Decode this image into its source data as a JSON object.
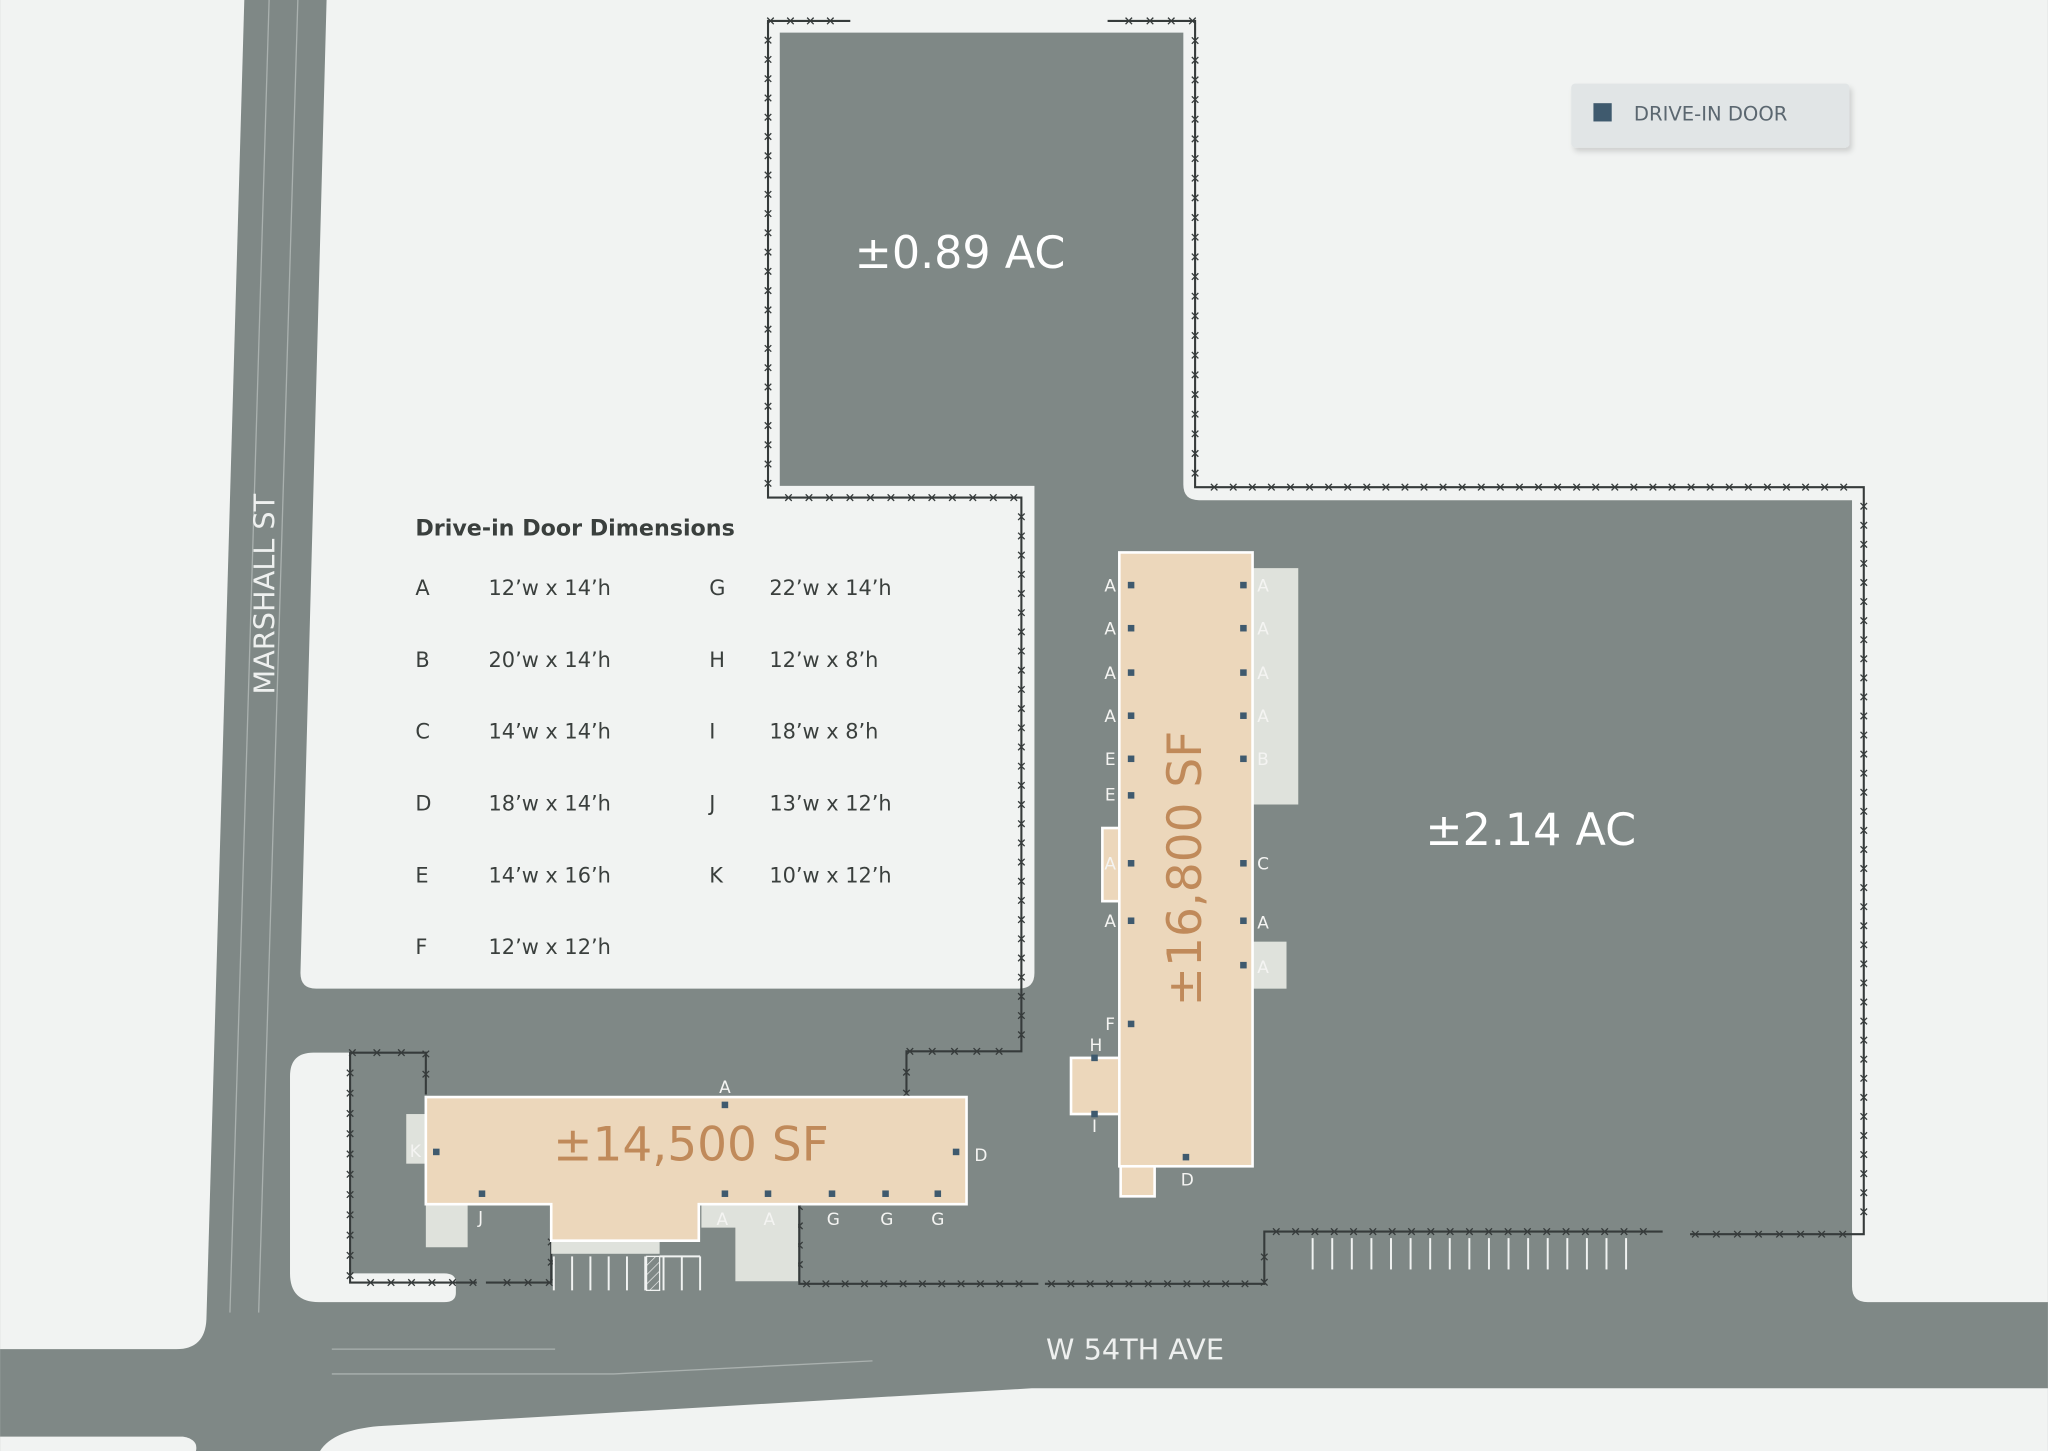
{
  "colors": {
    "background": "#f1f3f2",
    "pavement": "#7f8886",
    "building": "#ecd7bb",
    "building_text": "#c08a5a",
    "door": "#3f5a6e",
    "pad": "#dfe2dc",
    "fence": "#363b3b"
  },
  "legend": {
    "door_icon": "square",
    "label": "DRIVE-IN DOOR"
  },
  "streets": {
    "vertical": "MARSHALL ST",
    "horizontal": "W 54TH AVE"
  },
  "parcels": {
    "north": "±0.89 AC",
    "east": "±2.14 AC"
  },
  "buildings": {
    "east": {
      "area": "±16,800 SF",
      "left_doors": [
        "A",
        "A",
        "A",
        "A",
        "E",
        "E",
        "A",
        "A",
        "F"
      ],
      "right_doors": [
        "A",
        "A",
        "A",
        "A",
        "B",
        "C",
        "A",
        "A"
      ],
      "other_doors": [
        "H",
        "I",
        "D"
      ]
    },
    "west": {
      "area": "±14,500 SF",
      "top_doors": [
        "A"
      ],
      "side_doors": [
        "K",
        "D"
      ],
      "bottom_doors": [
        "J",
        "A",
        "A",
        "G",
        "G",
        "G"
      ]
    }
  },
  "dimensions": {
    "title": "Drive-in Door Dimensions",
    "rows": [
      {
        "door": "A",
        "size": "12’w x 14’h"
      },
      {
        "door": "B",
        "size": "20’w x 14’h"
      },
      {
        "door": "C",
        "size": "14’w x 14’h"
      },
      {
        "door": "D",
        "size": "18’w x 14’h"
      },
      {
        "door": "E",
        "size": "14’w x 16’h"
      },
      {
        "door": "F",
        "size": "12’w x 12’h"
      },
      {
        "door": "G",
        "size": "22’w x 14’h"
      },
      {
        "door": "H",
        "size": "12’w x 8’h"
      },
      {
        "door": "I",
        "size": "18’w x 8’h"
      },
      {
        "door": "J",
        "size": "13’w x 12’h"
      },
      {
        "door": "K",
        "size": "10’w x 12’h"
      }
    ]
  }
}
